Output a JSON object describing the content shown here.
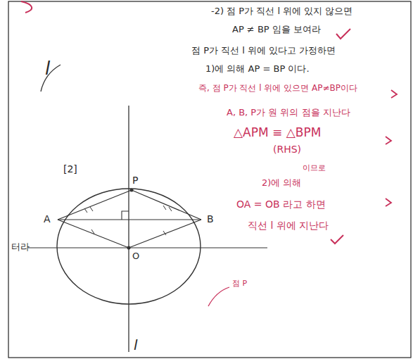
{
  "diagram": {
    "labels": [
      "-2) 점 P가 직선 l 위에 있지 않으면",
      "AP ≠ BP 임을 보여라",
      "점 P가 직선 l 위에 있다고 가정하면",
      "1)에 의해 AP = BP 이다.",
      "즉, 점 P가 직선 l 위에 있으면 AP≠BP이다",
      "l",
      "A, B, P가 원 위의 점을 지난다",
      "△APM ≡ △BPM",
      "(RHS)",
      "[2]",
      "P",
      "이므로",
      "A",
      "B",
      "2)에 의해",
      "OA = OB 라고 하면",
      "터라",
      "O",
      "직선 l 위에 지난다",
      "점 P",
      "l"
    ]
  }
}
